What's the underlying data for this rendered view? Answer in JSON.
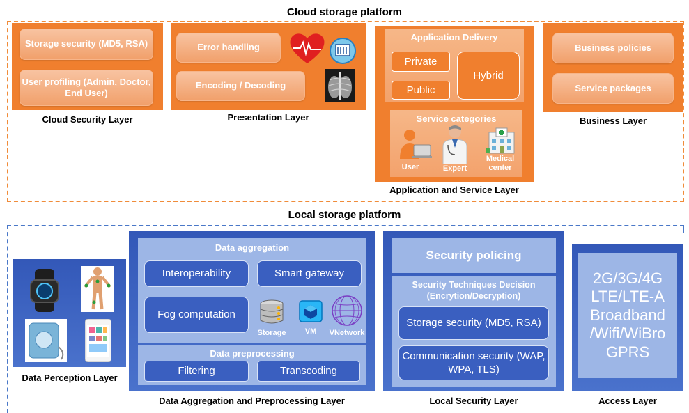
{
  "cloud": {
    "title": "Cloud storage platform",
    "security_layer": {
      "caption": "Cloud Security Layer",
      "items": [
        "Storage security (MD5, RSA)",
        "User profiling (Admin, Doctor, End User)"
      ]
    },
    "presentation_layer": {
      "caption": "Presentation Layer",
      "items": [
        "Error handling",
        "Encoding / Decoding"
      ]
    },
    "application_layer": {
      "caption": "Application and Service Layer",
      "delivery_title": "Application Delivery",
      "delivery_items": [
        "Private",
        "Public",
        "Hybrid"
      ],
      "categories_title": "Service categories",
      "categories": [
        "User",
        "Expert",
        "Medical center"
      ]
    },
    "business_layer": {
      "caption": "Business Layer",
      "items": [
        "Business policies",
        "Service packages"
      ]
    }
  },
  "local": {
    "title": "Local storage platform",
    "perception_layer": {
      "caption": "Data Perception Layer"
    },
    "aggregation_layer": {
      "caption": "Data Aggregation and Preprocessing Layer",
      "aggregation_title": "Data aggregation",
      "aggregation_items": [
        "Interoperability",
        "Smart gateway",
        "Fog computation"
      ],
      "infra_labels": [
        "Storage",
        "VM",
        "VNetwork"
      ],
      "preprocessing_title": "Data preprocessing",
      "preprocessing_items": [
        "Filtering",
        "Transcoding"
      ]
    },
    "security_layer": {
      "caption": "Local Security Layer",
      "policing": "Security policing",
      "techniques_title": "Security Techniques Decision (Encrytion/Decryption)",
      "items": [
        "Storage security (MD5, RSA)",
        "Communication security (WAP, WPA, TLS)"
      ]
    },
    "access_layer": {
      "caption": "Access Layer",
      "lines": [
        "2G/3G/4G",
        "LTE/LTE-A",
        "Broadband",
        "/Wifi/WiBro",
        "GPRS"
      ]
    }
  },
  "colors": {
    "orange": "#f07f2e",
    "blue": "#3a5fc0",
    "dashed_orange": "#f08c3a",
    "dashed_blue": "#4a78c8"
  }
}
